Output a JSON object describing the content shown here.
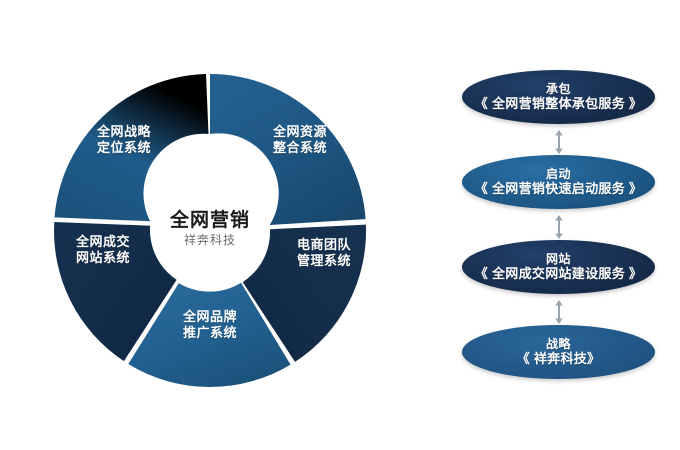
{
  "diagram": {
    "title_hidden": "",
    "donut": {
      "center": {
        "main": "全网营销",
        "sub": "祥奔科技"
      },
      "segments": [
        {
          "id": "resource-integration",
          "line1": "全网资源",
          "line2": "整合系统",
          "color": "#1f567f",
          "position": "top-right"
        },
        {
          "id": "ecommerce-team-management",
          "line1": "电商团队",
          "line2": "管理系统",
          "color": "#132f4c",
          "position": "right"
        },
        {
          "id": "brand-promotion",
          "line1": "全网品牌",
          "line2": "推广系统",
          "color": "#1e5f8c",
          "position": "bottom"
        },
        {
          "id": "deal-website",
          "line1": "全网成交",
          "line2": "网站系统",
          "color": "#132f4c",
          "position": "left"
        },
        {
          "id": "strategy-positioning",
          "line1": "全网战略",
          "line2": "定位系统",
          "color": "#1f5c8b",
          "position": "top-left"
        }
      ]
    },
    "flow": {
      "arrow_icon": "double-arrow-vertical-icon",
      "items": [
        {
          "id": "contracting",
          "top": "承包",
          "bottom": "《 全网营销整体承包服务 》",
          "style": "dark",
          "color": "#1a3356"
        },
        {
          "id": "launch",
          "top": "启动",
          "bottom": "《 全网营销快速启动服务 》",
          "style": "mid",
          "color": "#205d8d"
        },
        {
          "id": "website",
          "top": "网站",
          "bottom": "《 全网成交网站建设服务 》",
          "style": "dark",
          "color": "#1a3356"
        },
        {
          "id": "strategy",
          "top": "战略",
          "bottom": "《 祥奔科技》",
          "style": "last",
          "color": "#23598a"
        }
      ]
    },
    "colors": {
      "background": "#ffffff",
      "navy_dark": "#132f4c",
      "steel_blue": "#1f5c8b",
      "bright_blue": "#1e5f8c",
      "divider": "#ffffff",
      "center_text": "#1a1a1a",
      "center_subtext": "#6d6d6d",
      "arrow": "#9aa3ab"
    }
  }
}
